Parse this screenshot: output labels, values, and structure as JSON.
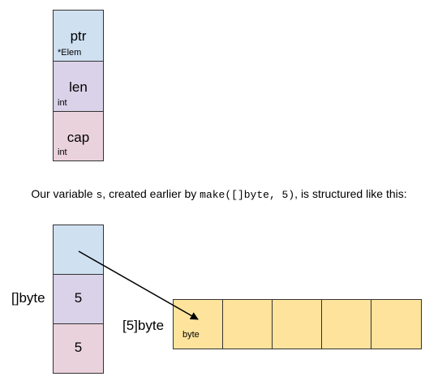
{
  "slice_header": {
    "fields": [
      {
        "name": "ptr",
        "type": "*Elem"
      },
      {
        "name": "len",
        "type": "int"
      },
      {
        "name": "cap",
        "type": "int"
      }
    ]
  },
  "caption": {
    "prefix": "Our variable ",
    "var": "s",
    "middle": ", created earlier by ",
    "code": "make([]byte, 5)",
    "suffix": ", is structured like this:"
  },
  "slice_value": {
    "type_label": "[]byte",
    "len_value": "5",
    "cap_value": "5"
  },
  "array": {
    "type_label": "[5]byte",
    "element_type": "byte",
    "cell_count": 5
  },
  "colors": {
    "ptr": "#cfe0f1",
    "len": "#d9d2e8",
    "cap": "#ead2dc",
    "array": "#fde39c"
  }
}
